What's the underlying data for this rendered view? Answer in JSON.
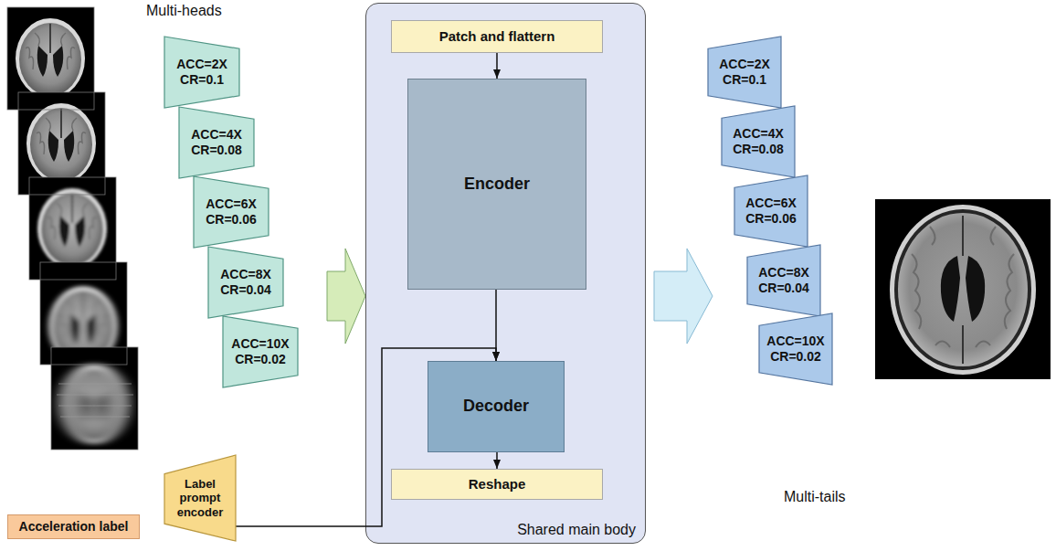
{
  "diagram": {
    "nodes": [
      {
        "text": [
          "ACC=2X",
          "CR=0.1"
        ]
      },
      {
        "text": [
          "ACC=4X",
          "CR=0.08"
        ]
      },
      {
        "text": [
          "ACC=6X",
          "CR=0.06"
        ]
      },
      {
        "text": [
          "ACC=8X",
          "CR=0.04"
        ]
      },
      {
        "text": [
          "ACC=10X",
          "CR=0.02"
        ]
      },
      {
        "text": [
          "Shared main body"
        ]
      },
      {
        "text": [
          "Patch and flattern"
        ],
        "in": 5
      },
      {
        "text": [
          "Encoder"
        ],
        "in": 5
      },
      {
        "text": [
          "Decoder"
        ],
        "in": 5
      },
      {
        "text": [
          "Reshape"
        ],
        "in": 5
      },
      {
        "text": [
          "ACC=2X",
          "CR=0.1"
        ]
      },
      {
        "text": [
          "ACC=4X",
          "CR=0.08"
        ]
      },
      {
        "text": [
          "ACC=6X",
          "CR=0.06"
        ]
      },
      {
        "text": [
          "ACC=8X",
          "CR=0.04"
        ]
      },
      {
        "text": [
          "ACC=10X",
          "CR=0.02"
        ]
      },
      {
        "text": [
          "Label prompt encoder"
        ]
      },
      {
        "text": [
          "Acceleration label"
        ]
      }
    ],
    "edges": [
      {
        "from": 6,
        "to": 7,
        "arrow": "to"
      },
      {
        "from": 7,
        "to": 8,
        "arrow": "to"
      },
      {
        "from": 8,
        "to": 9,
        "arrow": "to"
      },
      {
        "from": 15,
        "to": 8,
        "arrow": "to"
      }
    ],
    "labels": [
      "Multi-heads",
      "Multi-tails"
    ]
  }
}
